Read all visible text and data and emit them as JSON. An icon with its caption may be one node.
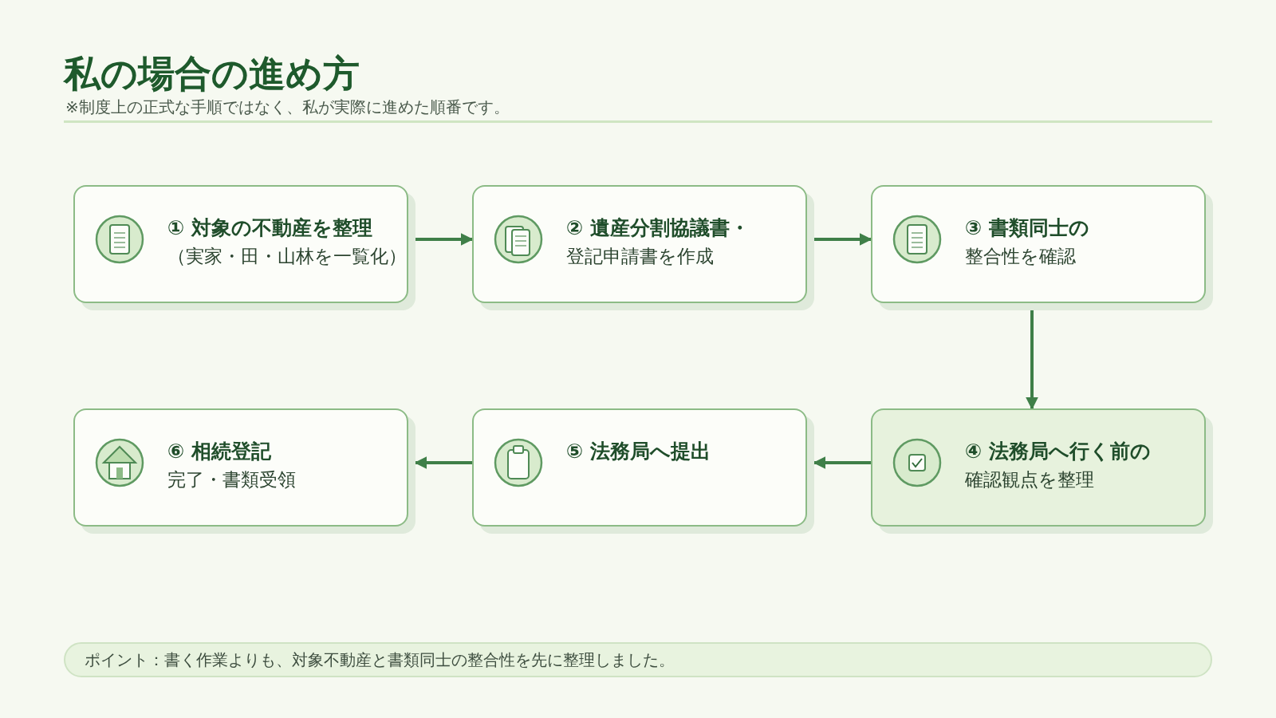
{
  "diagram": {
    "title": "私の場合の進め方",
    "nodes": [
      {
        "text": [
          "① 対象の不動産を整理",
          "（実家・田・山林を一覧化）"
        ]
      },
      {
        "text": [
          "② 遺産分割協議書・",
          "登記申請書を作成"
        ]
      },
      {
        "text": [
          "③ 書類同士の",
          "整合性を確認"
        ]
      },
      {
        "text": [
          "④ 法務局へ行く前の",
          "確認観点を整理"
        ]
      },
      {
        "text": [
          "⑤ 法務局へ提出"
        ]
      },
      {
        "text": [
          "⑥ 相続登記",
          "完了・書類受領"
        ]
      }
    ],
    "edges": [
      {
        "from": 0,
        "to": 1,
        "arrow": "to"
      },
      {
        "from": 1,
        "to": 2,
        "arrow": "to"
      },
      {
        "from": 2,
        "to": 3,
        "arrow": "to"
      },
      {
        "from": 3,
        "to": 4,
        "arrow": "to"
      },
      {
        "from": 4,
        "to": 5,
        "arrow": "to"
      }
    ],
    "labels": [
      "※制度上の正式な手順ではなく、私が実際に進めた順番です。",
      "ポイント：書く作業よりも、対象不動産と書類同士の整合性を先に整理しました。"
    ]
  }
}
